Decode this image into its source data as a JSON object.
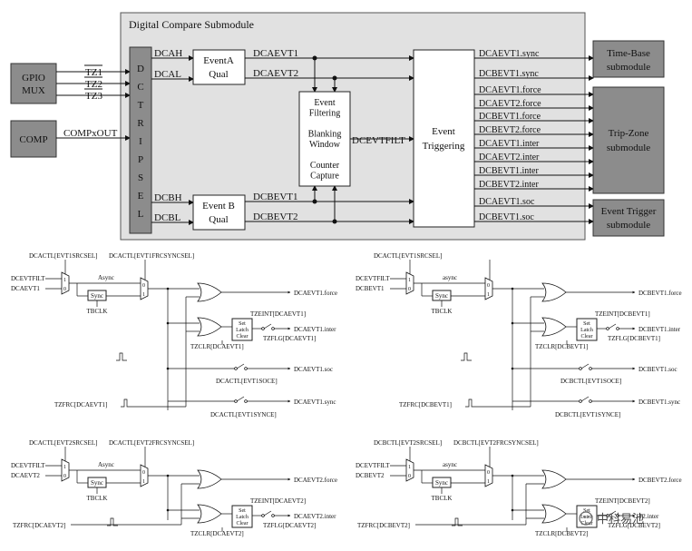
{
  "top": {
    "panel_title": "Digital Compare Submodule",
    "gpio_line1": "GPIO",
    "gpio_line2": "MUX",
    "comp": "COMP",
    "tz1": "TZ1",
    "tz2": "TZ2",
    "tz3": "TZ3",
    "compxout": "COMPxOUT",
    "dctripsel": [
      "D",
      "C",
      "T",
      "R",
      "I",
      "P",
      "S",
      "E",
      "L"
    ],
    "dcah": "DCAH",
    "dcal": "DCAL",
    "dcbh": "DCBH",
    "dcbl": "DCBL",
    "eventa_line1": "EventA",
    "eventa_line2": "Qual",
    "eventb_line1": "Event B",
    "eventb_line2": "Qual",
    "dcaevt1": "DCAEVT1",
    "dcaevt2": "DCAEVT2",
    "dcbevt1": "DCBEVT1",
    "dcbevt2": "DCBEVT2",
    "filter_lines": [
      "Event",
      "Filtering",
      "",
      "Blanking",
      "Window",
      "",
      "Counter",
      "Capture"
    ],
    "dcevtfilt": "DCEVTFILT",
    "trig_line1": "Event",
    "trig_line2": "Triggering",
    "outputs": [
      "DCAEVT1.sync",
      "DCBEVT1.sync",
      "DCAEVT1.force",
      "DCAEVT2.force",
      "DCBEVT1.force",
      "DCBEVT2.force",
      "DCAEVT1.inter",
      "DCAEVT2.inter",
      "DCBEVT1.inter",
      "DCBEVT2.inter",
      "DCAEVT1.soc",
      "DCBEVT1.soc"
    ],
    "timebase_line1": "Time-Base",
    "timebase_line2": "submodule",
    "tripzone_line1": "Trip-Zone",
    "tripzone_line2": "submodule",
    "evttrig_line1": "Event Trigger",
    "evttrig_line2": "submodule"
  },
  "panels": [
    {
      "src_label": "DCACTL[EVT1SRCSEL]",
      "frc_label": "DCACTL[EVT1FRCSYNCSEL]",
      "in1": "DCEVTFILT",
      "in2": "DCAEVT1",
      "async": "Async",
      "sync": "Sync",
      "tbclk": "TBCLK",
      "out_force": "DCAEVT1.force",
      "tzeint": "TZEINT[DCAEVT1]",
      "out_inter": "DCAEVT1.inter",
      "tzflg": "TZFLG[DCAEVT1]",
      "tzclr": "TZCLR[DCAEVT1]",
      "out_soc": "DCAEVT1.soc",
      "socsel": "DCACTL[EVT1SOCE]",
      "tzfrc": "TZFRC[DCAEVT1]",
      "out_sync": "DCAEVT1.sync",
      "syncsel": "DCACTL[EVT1SYNCE]",
      "latch": [
        "Set",
        "Latch",
        "Clear"
      ]
    },
    {
      "src_label": "DCACTL[EVT1SRCSEL]",
      "in1": "DCEVTFILT",
      "in2": "DCBEVT1",
      "async": "async",
      "sync": "Sync",
      "tbclk": "TBCLK",
      "out_force": "DCBEVT1.force",
      "tzeint": "TZEINT[DCBEVT1]",
      "out_inter": "DCBEVT1.inter",
      "tzflg": "TZFLG[DCBEVT1]",
      "tzclr": "TZCLR[DCBEVT1]",
      "out_soc": "DCBEVT1.soc",
      "socsel": "DCBCTL[EVT1SOCE]",
      "tzfrc": "TZFRC[DCBEVT1]",
      "out_sync": "DCBEVT1.sync",
      "syncsel": "DCBCTL[EVT1SYNCE]",
      "latch": [
        "Set",
        "Latch",
        "Clear"
      ]
    },
    {
      "src_label": "DCACTL[EVT2SRCSEL]",
      "frc_label": "DCACTL[EVT2FRCSYNCSEL]",
      "in1": "DCEVTFILT",
      "in2": "DCAEVT2",
      "async": "Async",
      "sync": "Sync",
      "tbclk": "TBCLK",
      "out_force": "DCAEVT2.force",
      "tzeint": "TZEINT[DCAEVT2]",
      "out_inter": "DCAEVT2.inter",
      "tzflg": "TZFLG[DCAEVT2]",
      "tzclr": "TZCLR[DCAEVT2]",
      "tzfrc": "TZFRC[DCAEVT2]",
      "latch": [
        "Set",
        "Latch",
        "Clear"
      ]
    },
    {
      "src_label": "DCBCTL[EVT2SRCSEL]",
      "frc_label": "DCBCTL[EVT2FRCSYNCSEL]",
      "in1": "DCEVTFILT",
      "in2": "DCBEVT2",
      "async": "async",
      "sync": "Sync",
      "tbclk": "TBCLK",
      "out_force": "DCBEVT2.force",
      "tzeint": "TZEINT[DCBEVT2]",
      "out_inter": "T2.inter",
      "tzflg": "TZFLG[DCBEVT2]",
      "tzclr": "TZCLR[DCBEVT2]",
      "tzfrc": "TZFRC[DCBEVT2]",
      "latch": [
        "Set",
        "Latch",
        "Clear"
      ]
    }
  ],
  "watermark": "中科易池"
}
